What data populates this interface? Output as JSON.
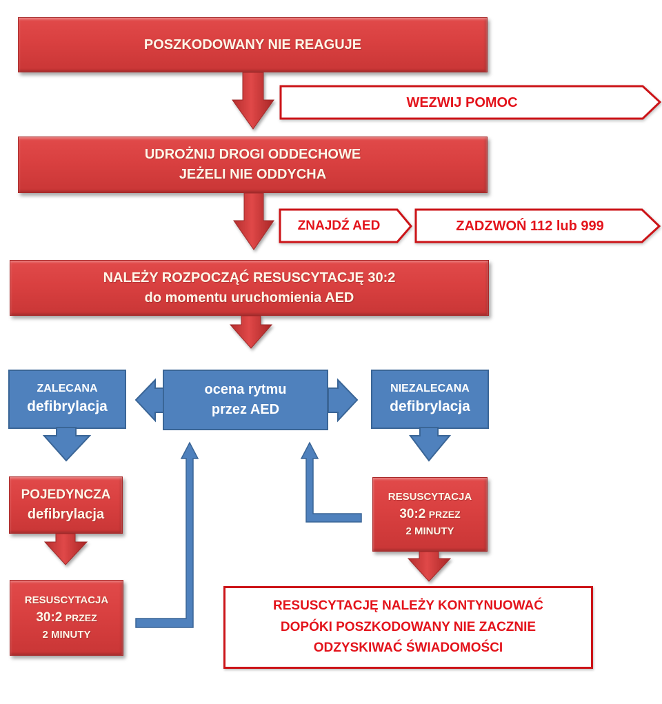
{
  "steps": {
    "unresponsive": {
      "lines": [
        "POSZKODOWANY NIE REAGUJE"
      ]
    },
    "call_help": {
      "label": "WEZWIJ POMOC"
    },
    "airway": {
      "lines": [
        "UDROŻNIJ DROGI ODDECHOWE",
        "JEŻELI NIE ODDYCHA"
      ]
    },
    "find_aed": {
      "label": "ZNAJDŹ AED"
    },
    "call_number": {
      "label": "ZADZWOŃ 112 lub 999"
    },
    "start_cpr": {
      "lines": [
        "NALEŻY ROZPOCZĄĆ RESUSCYTACJĘ 30:2",
        "do momentu uruchomienia AED"
      ]
    },
    "rhythm": {
      "lines": [
        "ocena rytmu",
        "przez AED"
      ]
    },
    "shock_advised": {
      "lines": [
        "ZALECANA",
        "defibrylacja"
      ]
    },
    "no_shock": {
      "lines": [
        "NIEZALECANA",
        "defibrylacja"
      ]
    },
    "single_shock": {
      "lines": [
        "POJEDYNCZA",
        "defibrylacja"
      ]
    },
    "cpr_left": {
      "lines": [
        "RESUSCYTACJA",
        "30:2",
        "PRZEZ",
        "2 MINUTY"
      ]
    },
    "cpr_right": {
      "lines": [
        "RESUSCYTACJA",
        "30:2",
        "PRZEZ",
        "2 MINUTY"
      ]
    },
    "continue": {
      "lines": [
        "RESUSCYTACJĘ NALEŻY KONTYNUOWAĆ",
        "DOPÓKI POSZKODOWANY NIE ZACZNIE",
        "ODZYSKIWAĆ ŚWIADOMOŚCI"
      ]
    }
  },
  "colors": {
    "red_step": "#d94040",
    "blue_step": "#4f81bd",
    "outline_red": "#e3131b"
  }
}
